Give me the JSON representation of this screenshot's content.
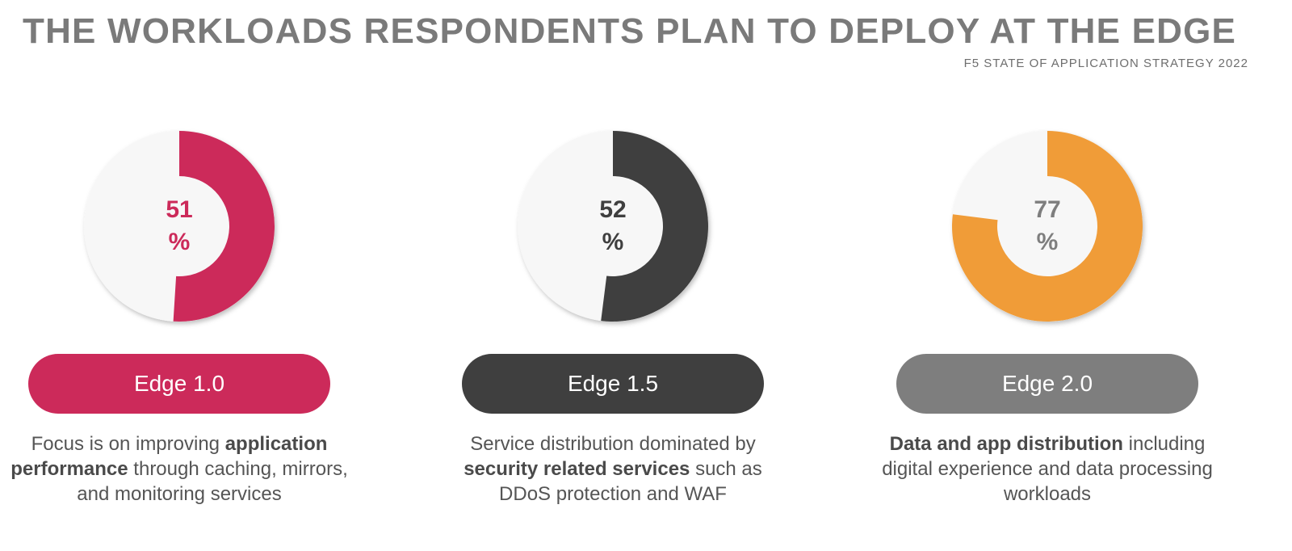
{
  "title": "THE WORKLOADS RESPONDENTS PLAN TO DEPLOY AT THE EDGE",
  "subtitle": "F5 STATE OF APPLICATION STRATEGY 2022",
  "colors": {
    "track": "#f7f7f7",
    "page_bg": "#ffffff"
  },
  "chart_data": [
    {
      "type": "pie",
      "value": 51,
      "max": 100,
      "pct_text": "51",
      "pct_unit": "%",
      "color": "#cc2a5a",
      "label_color": "#cc2a5a",
      "label": "Edge 1.0",
      "desc_before": "Focus is on improving",
      "desc_bold": "application performance",
      "desc_after": "through caching, mirrors, and monitoring services"
    },
    {
      "type": "pie",
      "value": 52,
      "max": 100,
      "pct_text": "52",
      "pct_unit": "%",
      "color": "#3f3f3f",
      "label_color": "#3f3f3f",
      "label": "Edge 1.5",
      "desc_before": "Service distribution dominated by",
      "desc_bold": "security related services",
      "desc_after": "such as DDoS protection and WAF"
    },
    {
      "type": "pie",
      "value": 77,
      "max": 100,
      "pct_text": "77",
      "pct_unit": "%",
      "color": "#f09c38",
      "label_color": "#7e7e7e",
      "label": "Edge 2.0",
      "desc_before": "",
      "desc_bold": "Data and app distribution",
      "desc_after": "including digital experience and data processing workloads"
    }
  ]
}
